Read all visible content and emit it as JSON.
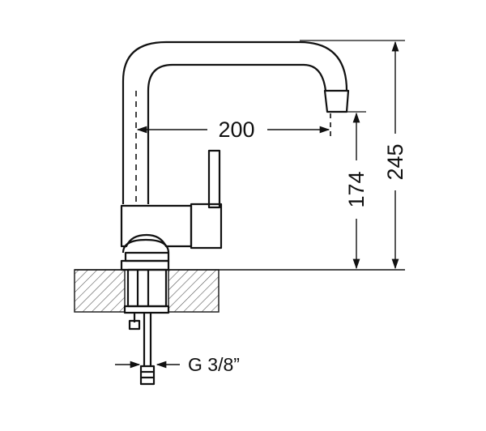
{
  "dimensions": {
    "spout_reach": "200",
    "spout_clearance": "174",
    "total_height": "245",
    "connection_thread": "G 3/8”"
  }
}
